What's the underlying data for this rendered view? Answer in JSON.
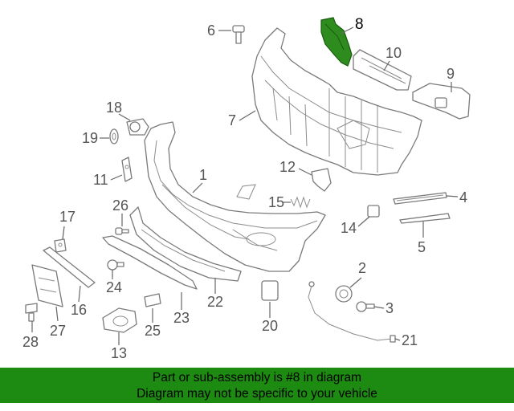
{
  "highlight": {
    "part": "8",
    "color": "#2e8b1e"
  },
  "callouts": {
    "c1": "1",
    "c2": "2",
    "c3": "3",
    "c4": "4",
    "c5": "5",
    "c6": "6",
    "c7": "7",
    "c8": "8",
    "c9": "9",
    "c10": "10",
    "c11": "11",
    "c12": "12",
    "c13": "13",
    "c14": "14",
    "c15": "15",
    "c16": "16",
    "c17": "17",
    "c18": "18",
    "c19": "19",
    "c20": "20",
    "c21": "21",
    "c22": "22",
    "c23": "23",
    "c24": "24",
    "c25": "25",
    "c26": "26",
    "c27": "27",
    "c28": "28"
  },
  "banner": {
    "line1": "Part or sub-assembly is #8 in diagram",
    "line2": "Diagram may not be specific to your vehicle",
    "color": "#1d8a12"
  }
}
